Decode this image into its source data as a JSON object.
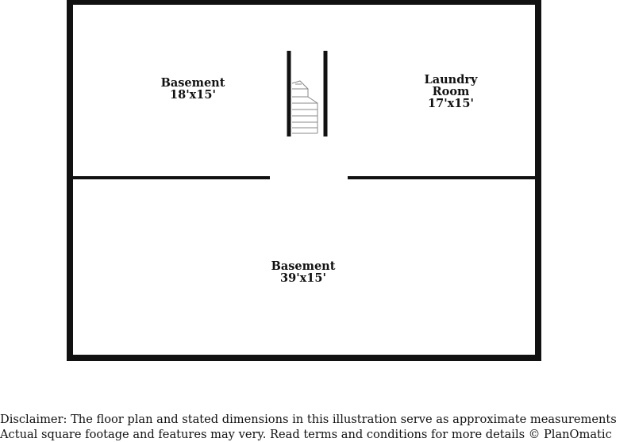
{
  "rooms": {
    "basement_upper": {
      "name": "Basement",
      "size": "18'x15'"
    },
    "laundry": {
      "name_line1": "Laundry",
      "name_line2": "Room",
      "size": "17'x15'"
    },
    "basement_lower": {
      "name": "Basement",
      "size": "39'x15'"
    }
  },
  "disclaimer": {
    "line1": "Disclaimer: The floor plan and stated dimensions in this illustration serve as approximate measurements",
    "line2": "Actual square footage and features may very. Read terms and conditions for more details © PlanOmatic"
  },
  "colors": {
    "wall": "#111111",
    "background": "#ffffff",
    "stair_line": "#888888"
  }
}
